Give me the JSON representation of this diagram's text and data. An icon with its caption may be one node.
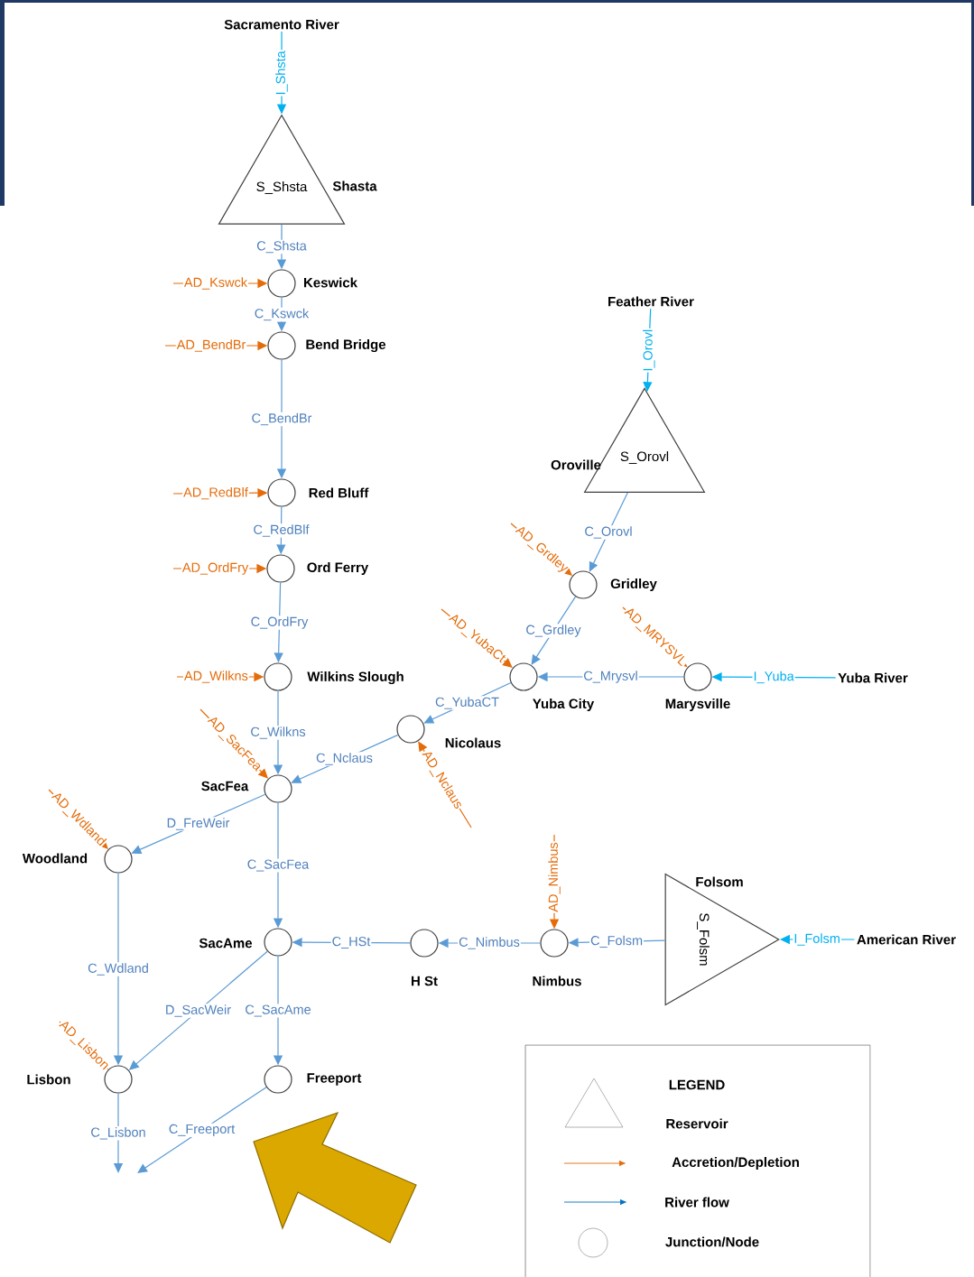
{
  "diagram": {
    "nodes": [
      {
        "text": [
          "Sacramento River"
        ]
      },
      {
        "text": [
          "S_Shsta"
        ],
        "beside": [
          "Shasta"
        ]
      },
      {
        "text": [],
        "shape": "circle",
        "beside": [
          "Keswick"
        ]
      },
      {
        "text": [],
        "shape": "circle",
        "beside": [
          "Bend Bridge"
        ]
      },
      {
        "text": [],
        "shape": "circle",
        "beside": [
          "Red Bluff"
        ]
      },
      {
        "text": [],
        "shape": "circle",
        "beside": [
          "Ord Ferry"
        ]
      },
      {
        "text": [],
        "shape": "circle",
        "beside": [
          "Wilkins Slough"
        ]
      },
      {
        "text": [],
        "shape": "circle",
        "beside": [
          "SacFea"
        ]
      },
      {
        "text": [
          "Feather River"
        ]
      },
      {
        "text": [
          "S_Orovl"
        ],
        "beside": [
          "Oroville"
        ]
      },
      {
        "text": [],
        "shape": "circle",
        "beside": [
          "Gridley"
        ]
      },
      {
        "text": [],
        "shape": "circle",
        "beside": [
          "Yuba City"
        ]
      },
      {
        "text": [],
        "shape": "circle",
        "beside": [
          "Marysville"
        ]
      },
      {
        "text": [
          "Yuba River"
        ]
      },
      {
        "text": [],
        "shape": "circle",
        "beside": [
          "Nicolaus"
        ]
      },
      {
        "text": [],
        "shape": "circle",
        "beside": [
          "Woodland"
        ]
      },
      {
        "text": [],
        "shape": "circle",
        "beside": [
          "SacAme"
        ]
      },
      {
        "text": [],
        "shape": "circle",
        "beside": [
          "H St"
        ]
      },
      {
        "text": [],
        "shape": "circle",
        "beside": [
          "Nimbus"
        ]
      },
      {
        "text": [
          "S_Folsm"
        ],
        "beside": [
          "Folsom"
        ]
      },
      {
        "text": [
          "American River"
        ]
      },
      {
        "text": [],
        "shape": "circle",
        "beside": [
          "Lisbon"
        ]
      },
      {
        "text": [],
        "shape": "circle",
        "beside": [
          "Freeport"
        ]
      }
    ],
    "edges": [
      {
        "from": 0,
        "to": 1,
        "arrow": "to",
        "label": "I_Shsta",
        "color": "#00b0f0"
      },
      {
        "from": 1,
        "to": 2,
        "arrow": "to",
        "label": "C_Shsta"
      },
      {
        "from": null,
        "to": 2,
        "arrow": "to",
        "label": "AD_Kswck",
        "color": "#e46c0a"
      },
      {
        "from": 2,
        "to": 3,
        "arrow": "to",
        "label": "C_Kswck"
      },
      {
        "from": null,
        "to": 3,
        "arrow": "to",
        "label": "AD_BendBr",
        "color": "#e46c0a"
      },
      {
        "from": 3,
        "to": 4,
        "arrow": "to",
        "label": "C_BendBr"
      },
      {
        "from": null,
        "to": 4,
        "arrow": "to",
        "label": "AD_RedBlf",
        "color": "#e46c0a"
      },
      {
        "from": 4,
        "to": 5,
        "arrow": "to",
        "label": "C_RedBlf"
      },
      {
        "from": null,
        "to": 5,
        "arrow": "to",
        "label": "AD_OrdFry",
        "color": "#e46c0a"
      },
      {
        "from": 5,
        "to": 6,
        "arrow": "to",
        "label": "C_OrdFry"
      },
      {
        "from": null,
        "to": 6,
        "arrow": "to",
        "label": "AD_Wilkns",
        "color": "#e46c0a"
      },
      {
        "from": 6,
        "to": 7,
        "arrow": "to",
        "label": "C_Wilkns"
      },
      {
        "from": null,
        "to": 7,
        "arrow": "to",
        "label": "AD_SacFea",
        "color": "#e46c0a"
      },
      {
        "from": 8,
        "to": 9,
        "arrow": "to",
        "label": "I_Orovl",
        "color": "#00b0f0"
      },
      {
        "from": 9,
        "to": 10,
        "arrow": "to",
        "label": "C_Orovl"
      },
      {
        "from": null,
        "to": 10,
        "arrow": "to",
        "label": "AD_Grdley",
        "color": "#e46c0a"
      },
      {
        "from": 10,
        "to": 11,
        "arrow": "to",
        "label": "C_Grdley"
      },
      {
        "from": null,
        "to": 11,
        "arrow": "to",
        "label": "AD_YubaCt",
        "color": "#e46c0a"
      },
      {
        "from": 12,
        "to": 11,
        "arrow": "to",
        "label": "C_Mrysvl"
      },
      {
        "from": null,
        "to": 12,
        "arrow": "to",
        "label": "AD_MRYSVL",
        "color": "#e46c0a"
      },
      {
        "from": 13,
        "to": 12,
        "arrow": "to",
        "label": "I_Yuba",
        "color": "#00b0f0"
      },
      {
        "from": 11,
        "to": 14,
        "arrow": "to",
        "label": "C_YubaCT"
      },
      {
        "from": 14,
        "to": 7,
        "arrow": "to",
        "label": "C_Nclaus"
      },
      {
        "from": null,
        "to": 14,
        "arrow": "to",
        "label": "AD_Nclaus",
        "color": "#e46c0a"
      },
      {
        "from": 7,
        "to": 15,
        "arrow": "to",
        "label": "D_FreWeir"
      },
      {
        "from": null,
        "to": 15,
        "arrow": "to",
        "label": "AD_Wdland",
        "color": "#e46c0a"
      },
      {
        "from": 7,
        "to": 16,
        "arrow": "to",
        "label": "C_SacFea"
      },
      {
        "from": 17,
        "to": 16,
        "arrow": "to",
        "label": "C_HSt"
      },
      {
        "from": 18,
        "to": 17,
        "arrow": "to",
        "label": "C_Nimbus"
      },
      {
        "from": 19,
        "to": 18,
        "arrow": "to",
        "label": "C_Folsm"
      },
      {
        "from": null,
        "to": 18,
        "arrow": "to",
        "label": "AD_Nimbus",
        "color": "#e46c0a"
      },
      {
        "from": 20,
        "to": 19,
        "arrow": "to",
        "label": "I_Folsm",
        "color": "#00b0f0"
      },
      {
        "from": 15,
        "to": 21,
        "arrow": "to",
        "label": "C_Wdland"
      },
      {
        "from": 16,
        "to": 21,
        "arrow": "to",
        "label": "D_SacWeir"
      },
      {
        "from": null,
        "to": 21,
        "arrow": "to",
        "label": "AD_Lisbon",
        "color": "#e46c0a"
      },
      {
        "from": 16,
        "to": 22,
        "arrow": "to",
        "label": "C_SacAme"
      },
      {
        "from": 21,
        "to": null,
        "arrow": "to",
        "label": "C_Lisbon"
      },
      {
        "from": 22,
        "to": null,
        "arrow": "to",
        "label": "C_Freeport"
      }
    ],
    "labels": [
      "LEGEND"
    ],
    "legend": [
      {
        "text": "Reservoir"
      },
      {
        "text": "Accretion/Depletion"
      },
      {
        "text": "River flow"
      },
      {
        "text": "Junction/Node"
      }
    ]
  }
}
